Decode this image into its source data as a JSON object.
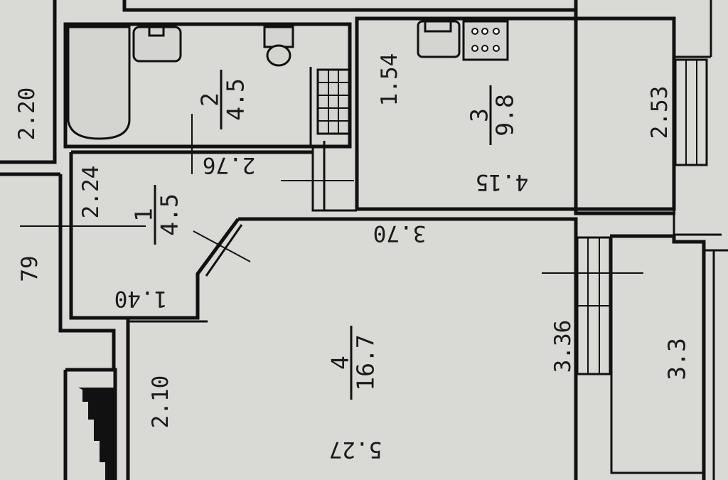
{
  "plan": {
    "rooms": [
      {
        "id": "room-1",
        "number": "1",
        "area": "4.5"
      },
      {
        "id": "room-2",
        "number": "2",
        "area": "4.5"
      },
      {
        "id": "room-3",
        "number": "3",
        "area": "9.8"
      },
      {
        "id": "room-4",
        "number": "4",
        "area": "16.7"
      }
    ],
    "balcony_area": "3.3",
    "dimensions": {
      "left_top": "2.20",
      "left_mid": "79",
      "hall_width": "2.24",
      "hall_length": "1.40",
      "bath_length": "2.76",
      "kitchen_side": "1.54",
      "kitchen_width": "2.53",
      "kitchen_length": "4.15",
      "living_top": "3.70",
      "living_left": "2.10",
      "living_right": "3.36",
      "living_bottom": "5.27"
    }
  }
}
